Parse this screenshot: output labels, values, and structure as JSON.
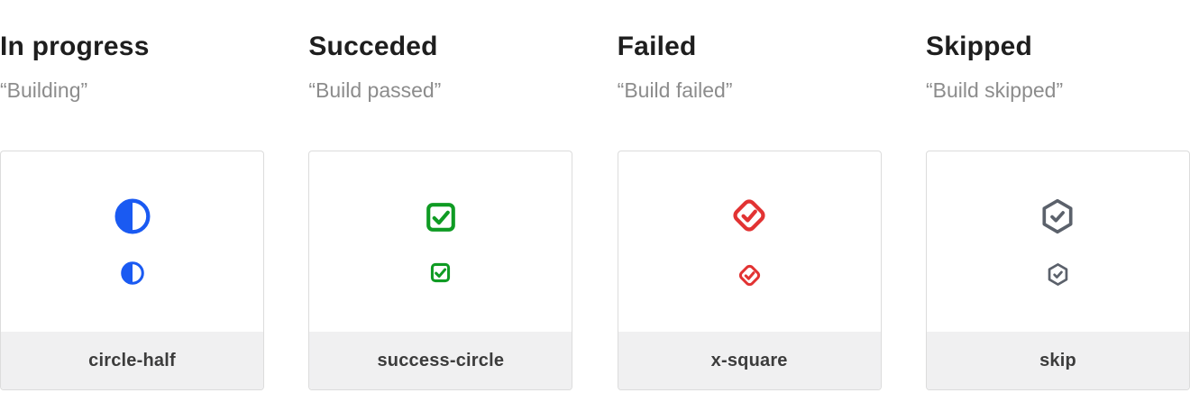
{
  "page": {
    "background": "#ffffff",
    "card_border": "#dcdcdc",
    "footer_background": "#f0f0f1"
  },
  "columns": [
    {
      "title": "In progress",
      "subtitle": "“Building”",
      "icon": "circle-half-icon",
      "label": "circle-half",
      "color": "#1a5af2"
    },
    {
      "title": "Succeded",
      "subtitle": "“Build passed”",
      "icon": "check-square-icon",
      "label": "success-circle",
      "color": "#0f9b23"
    },
    {
      "title": "Failed",
      "subtitle": "“Build failed”",
      "icon": "check-diamond-icon",
      "label": "x-square",
      "color": "#e23333"
    },
    {
      "title": "Skipped",
      "subtitle": "“Build skipped”",
      "icon": "check-hexagon-icon",
      "label": "skip",
      "color": "#5b616b"
    }
  ]
}
